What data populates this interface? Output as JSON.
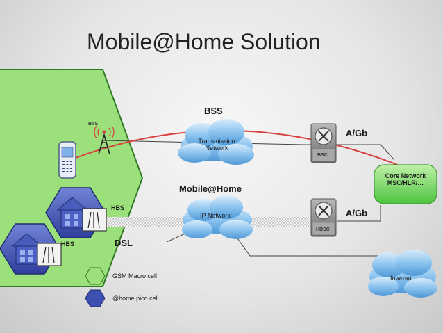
{
  "title": "Mobile@Home Solution",
  "labels": {
    "bts": "BTS",
    "bss": "BSS",
    "transmission_network": "Transmission Network",
    "bsc": "BSC",
    "a_gb_top": "A/Gb",
    "core_network": "Core Network MSC/HLR/…",
    "mobile_at_home": "Mobile@Home",
    "hbs_top": "HBS",
    "ip_network": "IP Network",
    "a_gb_bottom": "A/Gb",
    "hbsc": "HBSC",
    "hbs_left": "HBS",
    "dsl": "DSL",
    "internet": "Internet"
  },
  "legend": {
    "gsm_macro_cell": "GSM Macro cell",
    "home_pico_cell": "@home pico cell"
  },
  "colors": {
    "macro_cell_green": "#9be07a",
    "pico_cell_blue": "#3d4fb0",
    "core_network": "#7bd96a",
    "cloud": "#6ab0e8",
    "radio_link": "#d94040"
  }
}
